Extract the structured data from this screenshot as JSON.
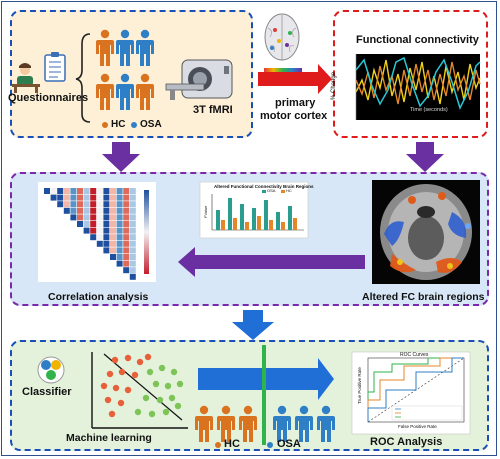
{
  "top_left": {
    "questionnaires_label": "Questionnaires",
    "scanner_label": "3T fMRI",
    "legend_hc": "HC",
    "legend_osa": "OSA"
  },
  "center_top": {
    "region_label_line1": "primary",
    "region_label_line2": "motor cortex"
  },
  "top_right": {
    "title": "Functional connectivity",
    "ylabel": "% Change",
    "xlabel": "Time (seconds)"
  },
  "middle": {
    "correlation_label": "Correlation analysis",
    "altered_label": "Altered FC brain regions",
    "bar_title": "Altered Functional Connectivity Brain Regions",
    "bar_legend_osa": "OSA",
    "bar_legend_hc": "HC",
    "bar_ylabel": "FValue"
  },
  "bottom": {
    "classifier_label": "Classifier",
    "ml_label": "Machine learning",
    "legend_hc": "HC",
    "legend_osa": "OSA",
    "roc_label": "ROC Analysis",
    "roc_title": "ROC Curves",
    "roc_xlabel": "False Positive Rate",
    "roc_ylabel": "True Positive Rate"
  },
  "colors": {
    "hc": "#d9731f",
    "osa": "#2f7fc6",
    "arrow_purple": "#6a2fa0",
    "arrow_blue": "#1f6fd6",
    "arrow_red": "#e01b1b",
    "divider_green": "#2fb34a"
  }
}
